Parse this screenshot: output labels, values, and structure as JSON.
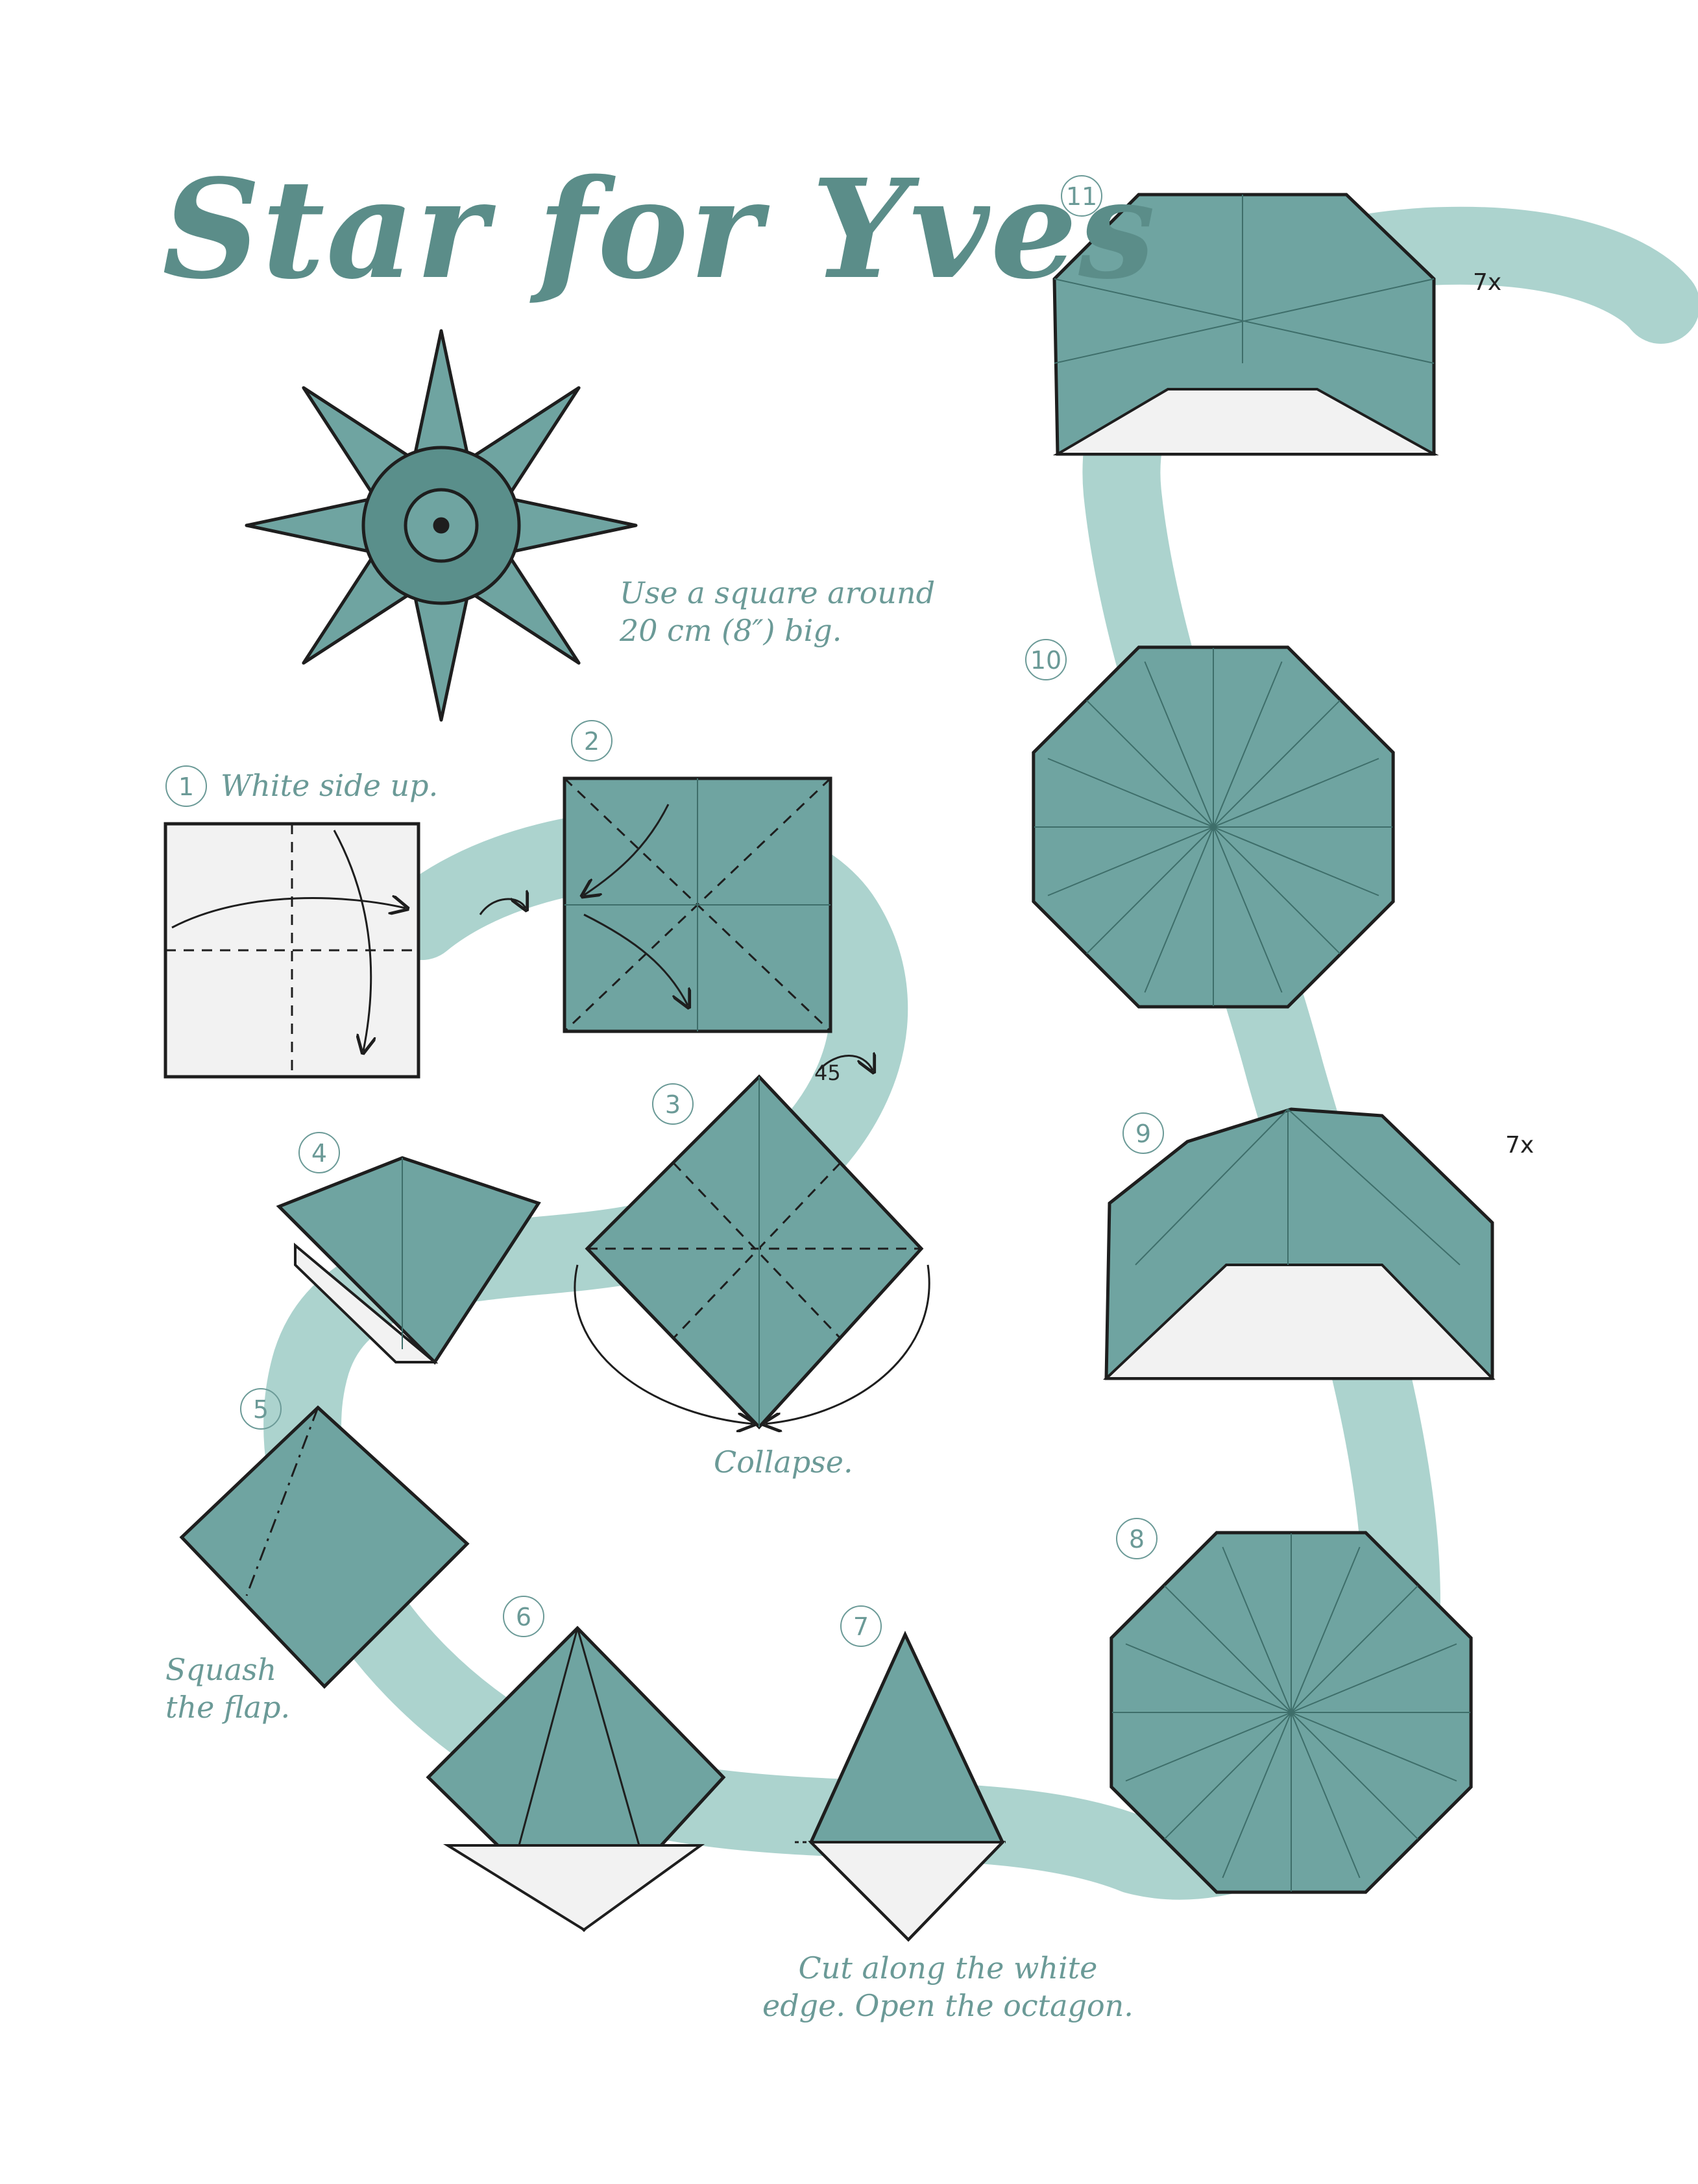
{
  "title": "Star for Yves",
  "paper_note": [
    "Use a square around",
    "20 cm (8″) big."
  ],
  "colors": {
    "paper": "#6fa4a1",
    "paper_dark": "#5a8f8b",
    "white_side": "#f2f2f2",
    "brush": "#9ecbc5",
    "title": "#5b8d89",
    "text": "#6b9a97",
    "ink": "#1e1e1e"
  },
  "steps": [
    {
      "number": "1",
      "caption": "White side up."
    },
    {
      "number": "2",
      "caption": ""
    },
    {
      "number": "3",
      "caption": "Collapse."
    },
    {
      "number": "4",
      "caption": ""
    },
    {
      "number": "5",
      "caption": [
        "Squash",
        "the flap."
      ]
    },
    {
      "number": "6",
      "caption": ""
    },
    {
      "number": "7",
      "caption": [
        "Cut along the white",
        "edge. Open the octagon."
      ]
    },
    {
      "number": "8",
      "caption": ""
    },
    {
      "number": "9",
      "caption": "",
      "repeat": "7x"
    },
    {
      "number": "10",
      "caption": ""
    },
    {
      "number": "11",
      "caption": "",
      "repeat": "7x"
    }
  ],
  "rotate_label": "45"
}
